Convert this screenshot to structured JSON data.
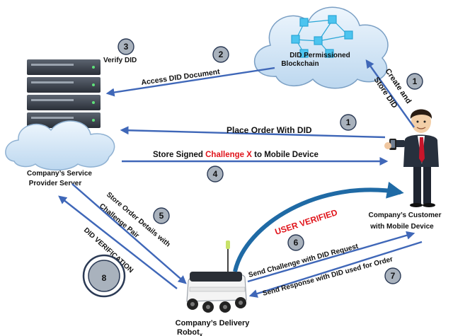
{
  "nodes": {
    "blockchain": {
      "label_line1": "DID Permissioned",
      "label_line2": "Blockchain"
    },
    "server": {
      "label_line1": "Company’s Service",
      "label_line2": "Provider Server"
    },
    "customer": {
      "label_line1": "Company’s Customer",
      "label_line2": "with Mobile Device"
    },
    "robot": {
      "label_line1": "Company’s Delivery",
      "label_line2": "Robot",
      "label_sub": "x"
    }
  },
  "edges": {
    "verify_did": {
      "label": "Verify DID"
    },
    "access_did_document": {
      "label": "Access DID Document"
    },
    "create_store_did": {
      "line1": "Create and",
      "line2": "Store DID"
    },
    "place_order": {
      "label": "Place Order With DID"
    },
    "store_signed": {
      "prefix": "Store Signed ",
      "highlight": "Challenge X",
      "suffix": " to Mobile Device"
    },
    "store_order_details": {
      "line1": "Store Order Details with",
      "line2": "Challenge Pair"
    },
    "did_verification": {
      "label": "DID VERIFICATION"
    },
    "user_verified": {
      "label": "USER VERIFIED"
    },
    "send_challenge": {
      "label": "Send Challenge with DID Request"
    },
    "send_response": {
      "label": "Send Response with DID used for Order"
    }
  },
  "steps": [
    "1",
    "2",
    "3",
    "1",
    "4",
    "5",
    "6",
    "7",
    "8"
  ],
  "colors": {
    "arrow": "#3f67b8",
    "highlight": "#e0141b",
    "step_circle": "#a9b2bd",
    "cloud": "#cfe3f5"
  }
}
